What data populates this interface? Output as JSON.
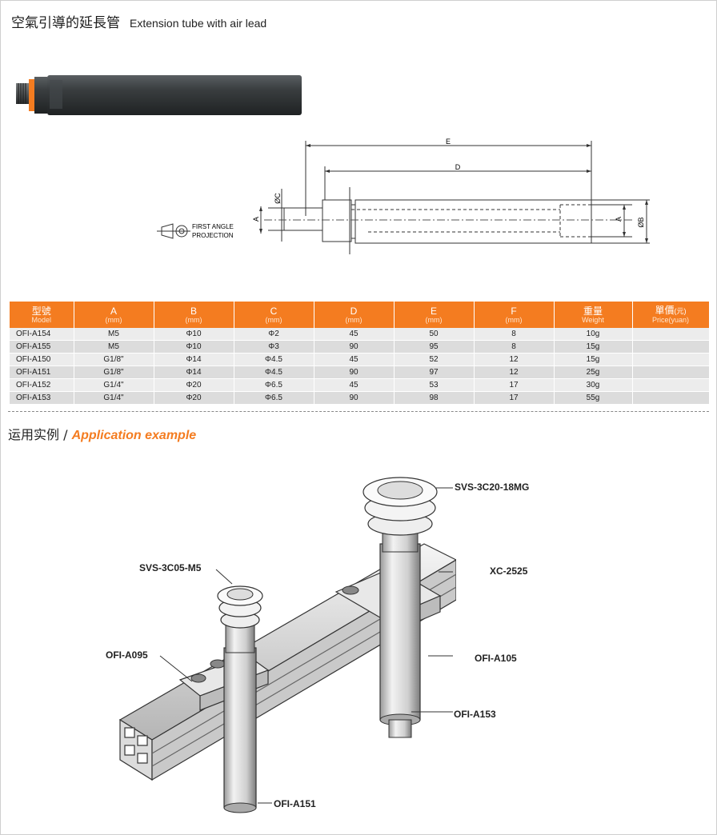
{
  "header": {
    "title_cn": "空氣引導的延長管",
    "title_en": "Extension tube with air lead"
  },
  "drawing": {
    "dim_e": "E",
    "dim_d": "D",
    "dim_c": "ØC",
    "dim_a_left": "A",
    "dim_a_right": "A",
    "dim_b": "ØB",
    "projection_line1": "FIRST ANGLE",
    "projection_line2": "PROJECTION"
  },
  "table": {
    "headers": [
      {
        "main": "型號",
        "sub": "Model"
      },
      {
        "main": "A",
        "sub": "(mm)"
      },
      {
        "main": "B",
        "sub": "(mm)"
      },
      {
        "main": "C",
        "sub": "(mm)"
      },
      {
        "main": "D",
        "sub": "(mm)"
      },
      {
        "main": "E",
        "sub": "(mm)"
      },
      {
        "main": "F",
        "sub": "(mm)"
      },
      {
        "main": "重量",
        "sub": "Weight"
      },
      {
        "main": "單價",
        "main_small": "(元)",
        "sub": "Price(yuan)"
      }
    ],
    "rows": [
      {
        "model": "OFI-A154",
        "a": "M5",
        "b": "Φ10",
        "c": "Φ2",
        "d": "45",
        "e": "50",
        "f": "8",
        "weight": "10g",
        "price": ""
      },
      {
        "model": "OFI-A155",
        "a": "M5",
        "b": "Φ10",
        "c": "Φ3",
        "d": "90",
        "e": "95",
        "f": "8",
        "weight": "15g",
        "price": ""
      },
      {
        "model": "OFI-A150",
        "a": "G1/8\"",
        "b": "Φ14",
        "c": "Φ4.5",
        "d": "45",
        "e": "52",
        "f": "12",
        "weight": "15g",
        "price": ""
      },
      {
        "model": "OFI-A151",
        "a": "G1/8\"",
        "b": "Φ14",
        "c": "Φ4.5",
        "d": "90",
        "e": "97",
        "f": "12",
        "weight": "25g",
        "price": ""
      },
      {
        "model": "OFI-A152",
        "a": "G1/4\"",
        "b": "Φ20",
        "c": "Φ6.5",
        "d": "45",
        "e": "53",
        "f": "17",
        "weight": "30g",
        "price": ""
      },
      {
        "model": "OFI-A153",
        "a": "G1/4\"",
        "b": "Φ20",
        "c": "Φ6.5",
        "d": "90",
        "e": "98",
        "f": "17",
        "weight": "55g",
        "price": ""
      }
    ]
  },
  "application": {
    "title_cn": "运用实例 / ",
    "title_en": "Application example",
    "labels": {
      "svs_big": "SVS-3C20-18MG",
      "xc": "XC-2525",
      "svs_small": "SVS-3C05-M5",
      "ofi_a095": "OFI-A095",
      "ofi_a105": "OFI-A105",
      "ofi_a153": "OFI-A153",
      "ofi_a151": "OFI-A151"
    }
  },
  "colors": {
    "accent": "#f47c20",
    "row_odd": "#ececec",
    "row_even": "#dcdcdc"
  }
}
